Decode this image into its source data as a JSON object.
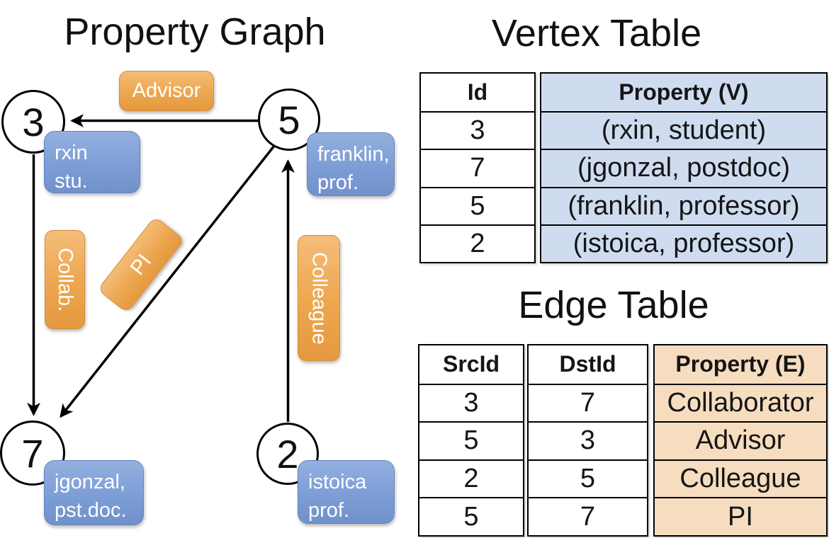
{
  "graph": {
    "title": "Property Graph",
    "nodes": [
      {
        "id": "3"
      },
      {
        "id": "5"
      },
      {
        "id": "7"
      },
      {
        "id": "2"
      }
    ],
    "vertex_labels": [
      {
        "lines": [
          "rxin",
          "stu."
        ]
      },
      {
        "lines": [
          "franklin,",
          "prof."
        ]
      },
      {
        "lines": [
          "jgonzal,",
          "pst.doc."
        ]
      },
      {
        "lines": [
          "istoica",
          "prof."
        ]
      }
    ],
    "edge_labels": [
      {
        "label": "Advisor"
      },
      {
        "label": "Collab."
      },
      {
        "label": "PI"
      },
      {
        "label": "Colleague"
      }
    ]
  },
  "vertex_table": {
    "title": "Vertex Table",
    "columns": [
      "Id",
      "Property (V)"
    ],
    "rows": [
      [
        "3",
        "(rxin, student)"
      ],
      [
        "7",
        "(jgonzal, postdoc)"
      ],
      [
        "5",
        "(franklin, professor)"
      ],
      [
        "2",
        "(istoica, professor)"
      ]
    ]
  },
  "edge_table": {
    "title": "Edge Table",
    "columns": [
      "SrcId",
      "DstId",
      "Property (E)"
    ],
    "rows": [
      [
        "3",
        "7",
        "Collaborator"
      ],
      [
        "5",
        "3",
        "Advisor"
      ],
      [
        "2",
        "5",
        "Colleague"
      ],
      [
        "5",
        "7",
        "PI"
      ]
    ]
  },
  "colors": {
    "edge_label_orange": "#eda64f",
    "vertex_label_blue": "#7d9dd6",
    "vertex_property_fill": "#cfdcf0",
    "edge_property_fill": "#f6ddc0",
    "line_black": "#000000"
  }
}
